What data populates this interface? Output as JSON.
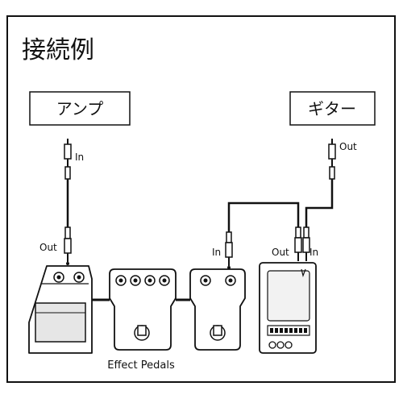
{
  "title": "接続例",
  "labels": {
    "amp": "アンプ",
    "guitar": "ギター",
    "in": "In",
    "out": "Out",
    "effect_pedals": "Effect Pedals"
  },
  "colors": {
    "line": "#111111",
    "pedal_fill": "#ffffff",
    "tuner_fill": "#f2f2f2",
    "amp_pedal_face": "#dddddd"
  }
}
